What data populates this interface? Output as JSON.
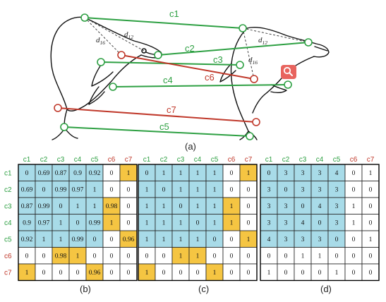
{
  "colors": {
    "green": "#2ea043",
    "red": "#c0392b",
    "blue_cell": "#a8dbe8",
    "yellow_cell": "#f5c542",
    "grid": "#222222",
    "search_badge": "#e8645e"
  },
  "diagram": {
    "correspondences": [
      {
        "label": "c1",
        "kind": "green"
      },
      {
        "label": "c2",
        "kind": "green"
      },
      {
        "label": "c3",
        "kind": "green"
      },
      {
        "label": "c4",
        "kind": "green"
      },
      {
        "label": "c5",
        "kind": "green"
      },
      {
        "label": "c6",
        "kind": "red"
      },
      {
        "label": "c7",
        "kind": "red"
      }
    ],
    "distance_labels": {
      "left_d12": "d12",
      "left_d16": "d16",
      "right_d12": "d12",
      "right_d16": "d16"
    },
    "search_icon": "search-icon",
    "caption_a": "(a)"
  },
  "matrices": {
    "row_headers": [
      "c1",
      "c2",
      "c3",
      "c4",
      "c5",
      "c6",
      "c7"
    ],
    "col_headers": [
      "c1",
      "c2",
      "c3",
      "c4",
      "c5",
      "c6",
      "c7"
    ],
    "header_colors": [
      "green",
      "green",
      "green",
      "green",
      "green",
      "red",
      "red"
    ],
    "b": {
      "caption": "(b)",
      "values": [
        [
          "0",
          "0.69",
          "0.87",
          "0.9",
          "0.92",
          "0",
          "1"
        ],
        [
          "0.69",
          "0",
          "0.99",
          "0.97",
          "1",
          "0",
          "0"
        ],
        [
          "0.87",
          "0.99",
          "0",
          "1",
          "1",
          "0.98",
          "0"
        ],
        [
          "0.9",
          "0.97",
          "1",
          "0",
          "0.99",
          "1",
          "0"
        ],
        [
          "0.92",
          "1",
          "1",
          "0.99",
          "0",
          "0",
          "0.96"
        ],
        [
          "0",
          "0",
          "0.98",
          "1",
          "0",
          "0",
          "0"
        ],
        [
          "1",
          "0",
          "0",
          "0",
          "0.96",
          "0",
          "0"
        ]
      ],
      "fills": [
        [
          "b",
          "b",
          "b",
          "b",
          "b",
          "w",
          "y"
        ],
        [
          "b",
          "b",
          "b",
          "b",
          "b",
          "w",
          "w"
        ],
        [
          "b",
          "b",
          "b",
          "b",
          "b",
          "y",
          "w"
        ],
        [
          "b",
          "b",
          "b",
          "b",
          "b",
          "y",
          "w"
        ],
        [
          "b",
          "b",
          "b",
          "b",
          "b",
          "w",
          "y"
        ],
        [
          "w",
          "w",
          "y",
          "y",
          "w",
          "w",
          "w"
        ],
        [
          "y",
          "w",
          "w",
          "w",
          "y",
          "w",
          "w"
        ]
      ]
    },
    "c": {
      "caption": "(c)",
      "values": [
        [
          "0",
          "1",
          "1",
          "1",
          "1",
          "0",
          "1"
        ],
        [
          "1",
          "0",
          "1",
          "1",
          "1",
          "0",
          "0"
        ],
        [
          "1",
          "1",
          "0",
          "1",
          "1",
          "1",
          "0"
        ],
        [
          "1",
          "1",
          "1",
          "0",
          "1",
          "1",
          "0"
        ],
        [
          "1",
          "1",
          "1",
          "1",
          "0",
          "0",
          "1"
        ],
        [
          "0",
          "0",
          "1",
          "1",
          "0",
          "0",
          "0"
        ],
        [
          "1",
          "0",
          "0",
          "0",
          "1",
          "0",
          "0"
        ]
      ],
      "fills": [
        [
          "b",
          "b",
          "b",
          "b",
          "b",
          "w",
          "y"
        ],
        [
          "b",
          "b",
          "b",
          "b",
          "b",
          "w",
          "w"
        ],
        [
          "b",
          "b",
          "b",
          "b",
          "b",
          "y",
          "w"
        ],
        [
          "b",
          "b",
          "b",
          "b",
          "b",
          "y",
          "w"
        ],
        [
          "b",
          "b",
          "b",
          "b",
          "b",
          "w",
          "y"
        ],
        [
          "w",
          "w",
          "y",
          "y",
          "w",
          "w",
          "w"
        ],
        [
          "y",
          "w",
          "w",
          "w",
          "y",
          "w",
          "w"
        ]
      ]
    },
    "d": {
      "caption": "(d)",
      "values": [
        [
          "0",
          "3",
          "3",
          "3",
          "4",
          "0",
          "1"
        ],
        [
          "3",
          "0",
          "3",
          "3",
          "3",
          "0",
          "0"
        ],
        [
          "3",
          "3",
          "0",
          "4",
          "3",
          "1",
          "0"
        ],
        [
          "3",
          "3",
          "4",
          "0",
          "3",
          "1",
          "0"
        ],
        [
          "4",
          "3",
          "3",
          "3",
          "0",
          "0",
          "1"
        ],
        [
          "0",
          "0",
          "1",
          "1",
          "0",
          "0",
          "0"
        ],
        [
          "1",
          "0",
          "0",
          "0",
          "1",
          "0",
          "0"
        ]
      ],
      "fills": [
        [
          "b",
          "b",
          "b",
          "b",
          "b",
          "w",
          "w"
        ],
        [
          "b",
          "b",
          "b",
          "b",
          "b",
          "w",
          "w"
        ],
        [
          "b",
          "b",
          "b",
          "b",
          "b",
          "w",
          "w"
        ],
        [
          "b",
          "b",
          "b",
          "b",
          "b",
          "w",
          "w"
        ],
        [
          "b",
          "b",
          "b",
          "b",
          "b",
          "w",
          "w"
        ],
        [
          "w",
          "w",
          "w",
          "w",
          "w",
          "w",
          "w"
        ],
        [
          "w",
          "w",
          "w",
          "w",
          "w",
          "w",
          "w"
        ]
      ]
    }
  }
}
